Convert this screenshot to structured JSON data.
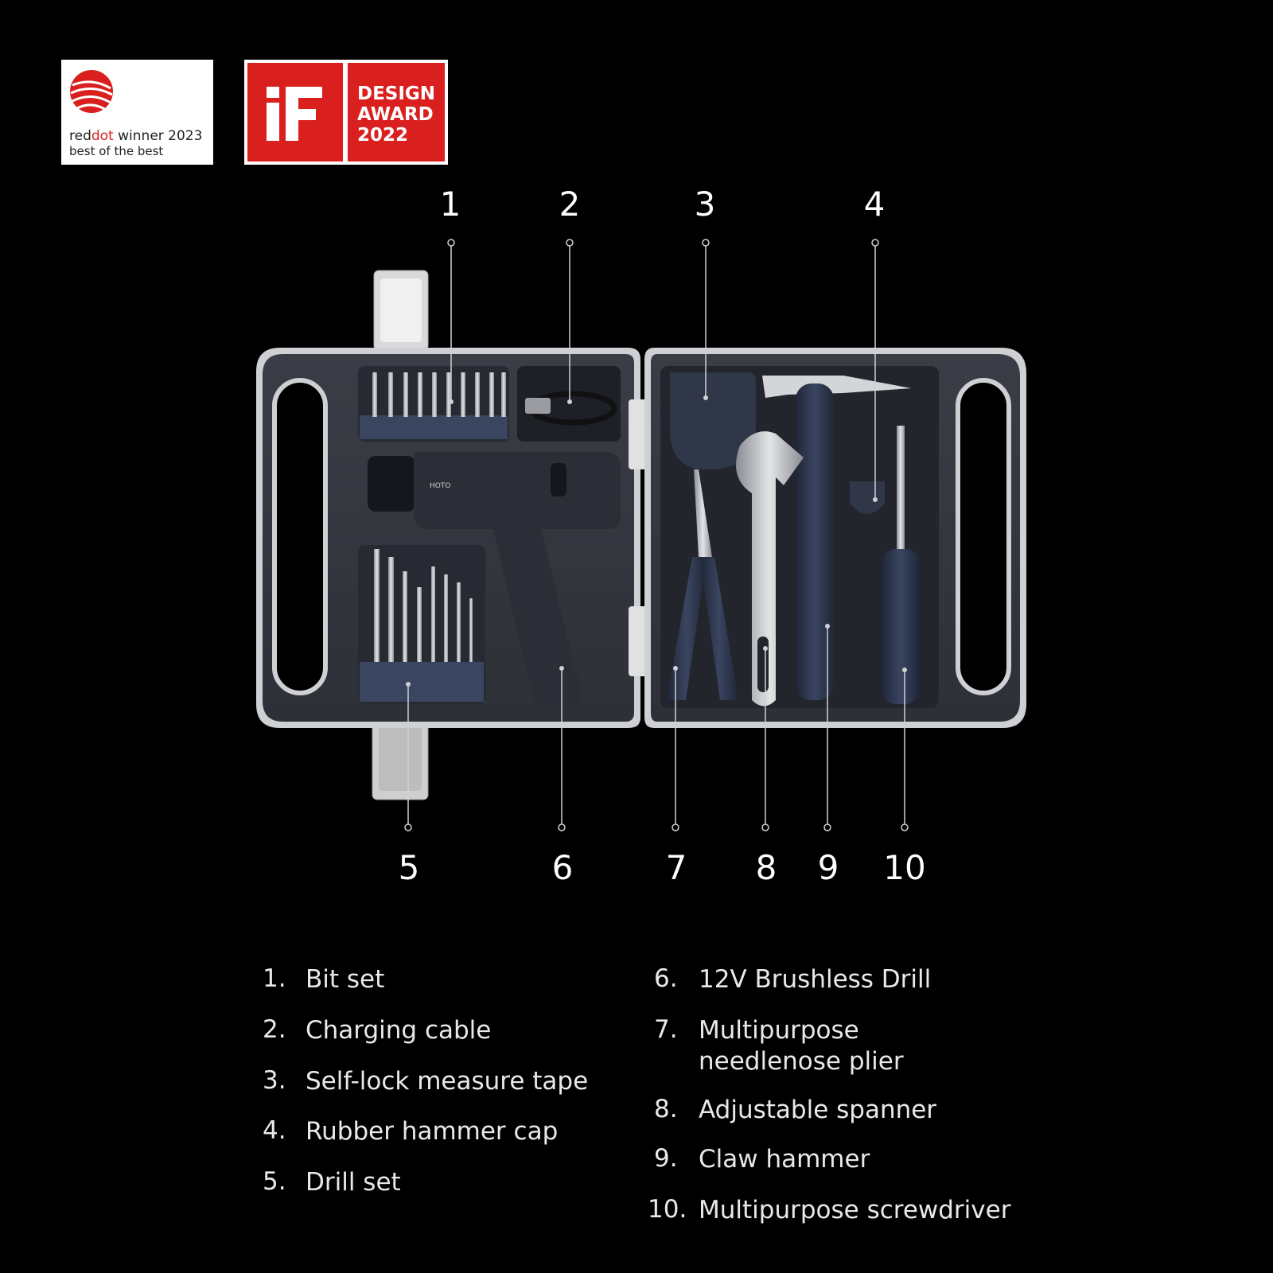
{
  "badges": {
    "reddot": {
      "brand_red": "red",
      "brand_dot": "dot",
      "line1_rest": " winner 2023",
      "line2": "best of the best"
    },
    "if_award": {
      "logo_text": "iF",
      "line1": "DESIGN",
      "line2": "AWARD",
      "line3": "2022"
    },
    "colors": {
      "award_red": "#d9201e"
    }
  },
  "callouts": {
    "top": [
      "1",
      "2",
      "3",
      "4"
    ],
    "bottom": [
      "5",
      "6",
      "7",
      "8",
      "9",
      "10"
    ]
  },
  "legend": {
    "left": [
      {
        "num": "1.",
        "label": "Bit set"
      },
      {
        "num": "2.",
        "label": "Charging cable"
      },
      {
        "num": "3.",
        "label": "Self-lock measure tape"
      },
      {
        "num": "4.",
        "label": "Rubber hammer cap"
      },
      {
        "num": "5.",
        "label": "Drill set"
      }
    ],
    "right": [
      {
        "num": "6.",
        "label": "12V Brushless Drill"
      },
      {
        "num": "7.",
        "label": "Multipurpose needlenose plier"
      },
      {
        "num": "8.",
        "label": "Adjustable spanner"
      },
      {
        "num": "9.",
        "label": "Claw hammer"
      },
      {
        "num": "10.",
        "label": "Multipurpose screwdriver"
      }
    ]
  },
  "product": {
    "drill_brand": "HOTO"
  }
}
